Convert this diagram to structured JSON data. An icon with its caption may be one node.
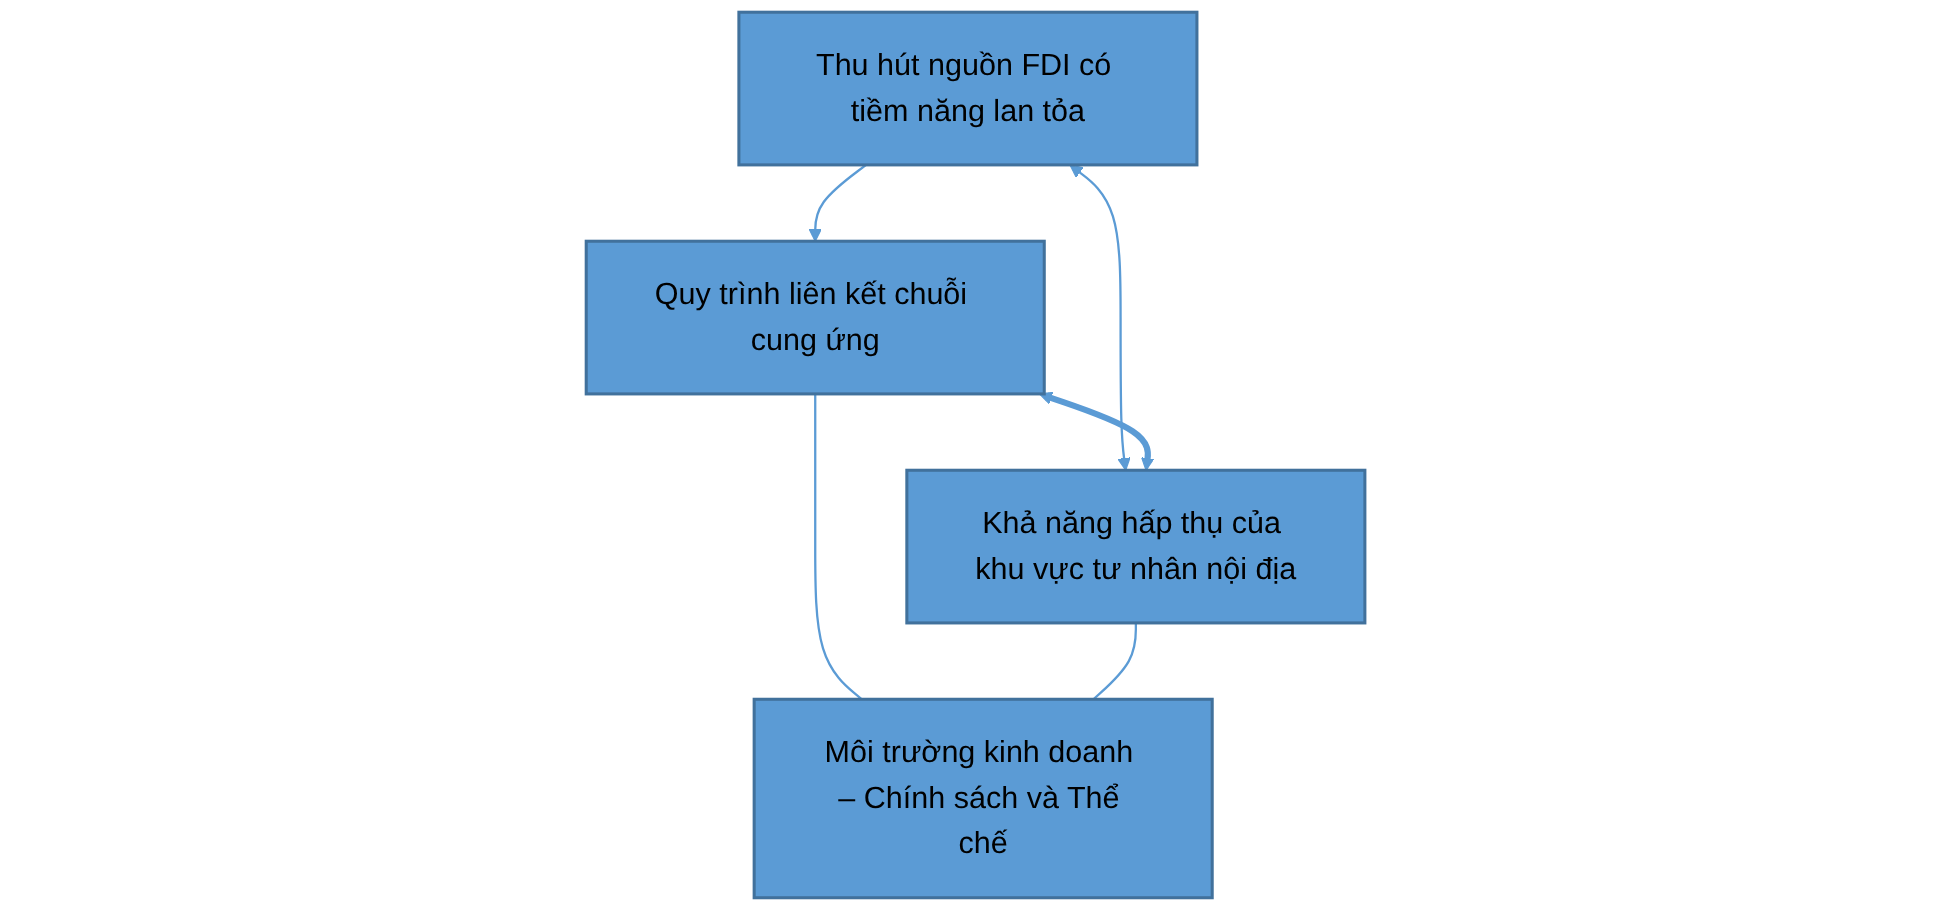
{
  "diagram": {
    "nodes": [
      {
        "text": [
          "Thu hút nguồn FDI có tiềm năng lan tỏa"
        ]
      },
      {
        "text": [
          "Quy trình liên kết chuỗi cung ứng"
        ]
      },
      {
        "text": [
          "Khả năng hấp thụ của khu vực tư nhân nội địa"
        ]
      },
      {
        "text": [
          "Môi trường kinh doanh – Chính sách và Thể chế"
        ]
      }
    ],
    "edges": [
      {
        "from": 0,
        "to": 1,
        "arrow": "to"
      },
      {
        "from": 0,
        "to": 2,
        "arrow": "both"
      },
      {
        "from": 1,
        "to": 2,
        "arrow": "both",
        "style": "thick"
      },
      {
        "from": 1,
        "to": 3,
        "arrow": "none"
      },
      {
        "from": 2,
        "to": 3,
        "arrow": "none"
      }
    ]
  }
}
